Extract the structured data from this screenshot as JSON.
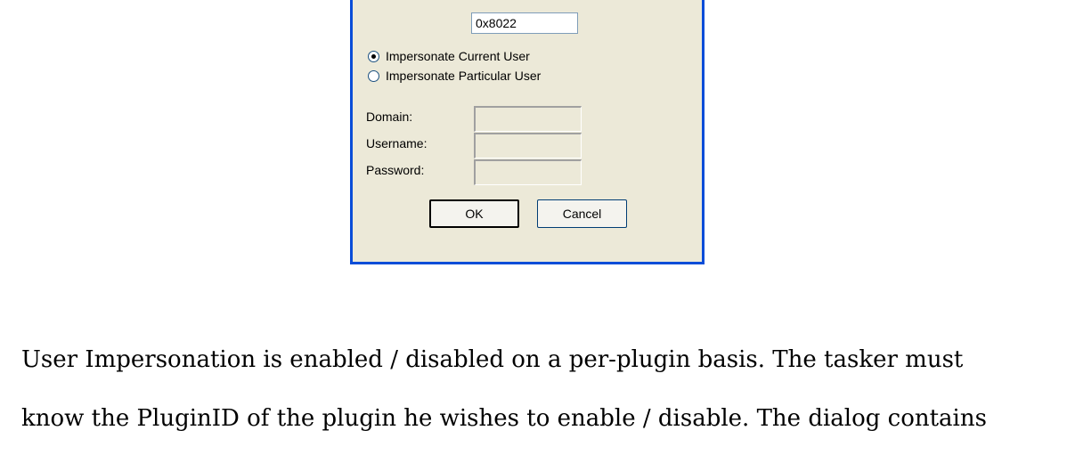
{
  "dialog": {
    "plugin_id_value": "0x8022",
    "radio_options": [
      {
        "label": "Impersonate Current User",
        "checked": true
      },
      {
        "label": "Impersonate Particular User",
        "checked": false
      }
    ],
    "fields": [
      {
        "label": "Domain:",
        "value": ""
      },
      {
        "label": "Username:",
        "value": ""
      },
      {
        "label": "Password:",
        "value": ""
      }
    ],
    "ok_label": "OK",
    "cancel_label": "Cancel"
  },
  "paragraph": {
    "lines": [
      "User Impersonation is enabled / disabled on a per-plugin basis. The tasker must",
      "know the PluginID of the plugin he wishes to enable / disable. The dialog contains"
    ]
  }
}
